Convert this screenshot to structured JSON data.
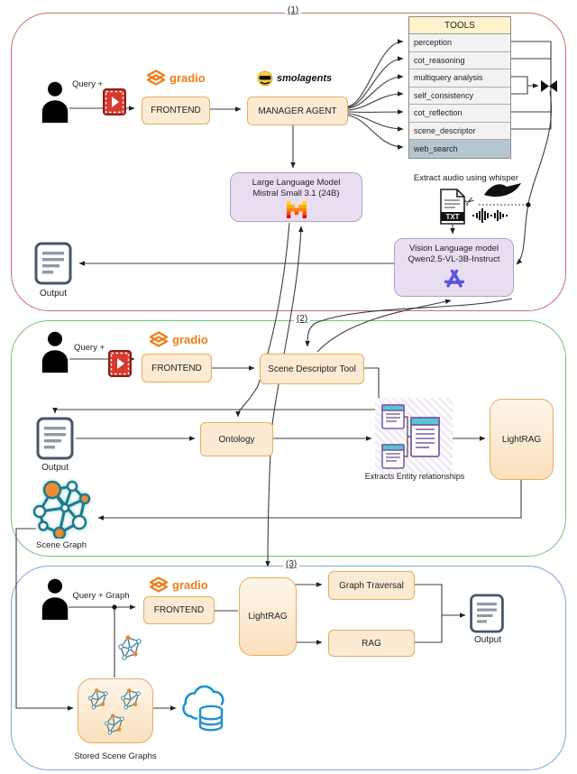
{
  "common": {
    "gradio": "gradio",
    "smolagents": "smolagents",
    "frontend": "FRONTEND",
    "output": "Output",
    "query_plus": "Query +"
  },
  "s1": {
    "tag": "(1)",
    "manager": "MANAGER AGENT",
    "tools": {
      "header": "TOOLS",
      "rows": [
        "perception",
        "cot_reasoning",
        "multiquery analysis",
        "self_consistency",
        "cot_reflection",
        "scene_descriptor",
        "web_search"
      ]
    },
    "llm": {
      "line1": "Large Language Model",
      "line2": "Mistral Small 3.1 (24B)"
    },
    "whisper_label": "Extract audio using whisper",
    "txt_badge": "TXT",
    "vlm": {
      "line1": "Vision Language model",
      "line2": "Qwen2.5-VL-3B-Instruct"
    }
  },
  "s2": {
    "tag": "(2)",
    "sdt": "Scene Descriptor Tool",
    "ontology": "Ontology",
    "entities_label": "Extracts Entity relationships",
    "lightrag": "LightRAG",
    "scene_graph_label": "Scene Graph"
  },
  "s3": {
    "tag": "(3)",
    "query_label": "Query + Graph",
    "lightrag": "LightRAG",
    "graph_traversal": "Graph Traversal",
    "rag": "RAG",
    "stored_label": "Stored Scene Graphs"
  },
  "colors": {
    "section1_border": "#c9706a",
    "section2_border": "#74c476",
    "section3_border": "#7da7d9",
    "box_fill": "#fcead2",
    "box_border": "#e8ac63",
    "purple_fill": "#e9ddf2",
    "tools_header": "#fff2cc",
    "tool_row": "#f2f2f2",
    "web_search_row": "#b4c6d2",
    "gradio_orange": "#ef7d1a",
    "scene_graph_teal": "#1c7b8f",
    "scene_graph_orange": "#ef8b30",
    "cloud_blue": "#2191cf",
    "qwen_purple": "#5a55e0",
    "video_red": "#d63a2f"
  }
}
